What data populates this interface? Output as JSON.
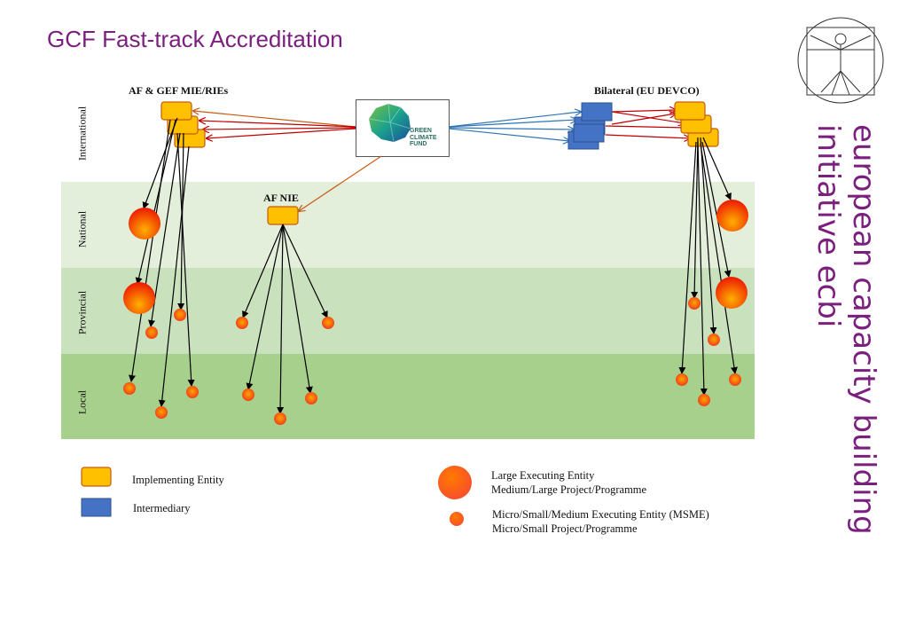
{
  "title": "GCF Fast-track Accreditation",
  "bands": {
    "national": "National",
    "provincial": "Provincial",
    "local": "Local",
    "international": "International"
  },
  "groups": {
    "af_gef": "AF & GEF MIE/RIEs",
    "bilateral": "Bilateral (EU DEVCO)",
    "af_nie": "AF NIE"
  },
  "gcf_logo": {
    "line1": "GREEN",
    "line2": "CLIMATE",
    "line3": "FUND"
  },
  "brand": {
    "line1": "european capacity building",
    "line2": "initiative ecbi"
  },
  "legend": {
    "implementing_entity": "Implementing Entity",
    "intermediary": "Intermediary",
    "large_line1": "Large Executing Entity",
    "large_line2": "Medium/Large Project/Programme",
    "small_line1": "Micro/Small/Medium Executing Entity (MSME)",
    "small_line2": "Micro/Small Project/Programme"
  },
  "colors": {
    "title": "#7a1f7e",
    "implementing_entity": "#ffc000",
    "intermediary": "#4472c4",
    "arrow_orange": "#c55a11",
    "arrow_red": "#c00000",
    "arrow_blue": "#2e75b6"
  }
}
